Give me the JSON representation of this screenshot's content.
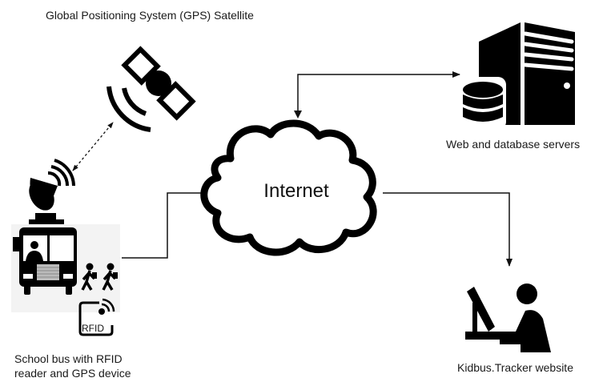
{
  "diagram": {
    "nodes": {
      "satellite": {
        "label": "Global Positioning System (GPS) Satellite",
        "icon": "satellite-icon"
      },
      "servers": {
        "label": "Web and database servers",
        "icon": "server-database-icon"
      },
      "internet": {
        "label": "Internet",
        "icon": "cloud-icon"
      },
      "bus": {
        "label_line1": "School bus with RFID",
        "label_line2": "reader and GPS device",
        "icon": "school-bus-icon",
        "rfid_text": "RFID"
      },
      "website": {
        "label": "Kidbus.Tracker website",
        "icon": "computer-user-icon"
      }
    },
    "edges": [
      {
        "from": "bus",
        "to": "satellite",
        "style": "dotted",
        "direction": "both"
      },
      {
        "from": "bus",
        "to": "internet",
        "style": "solid",
        "direction": "forward"
      },
      {
        "from": "internet",
        "to": "servers",
        "style": "solid",
        "direction": "both"
      },
      {
        "from": "internet",
        "to": "website",
        "style": "solid",
        "direction": "forward"
      }
    ]
  }
}
